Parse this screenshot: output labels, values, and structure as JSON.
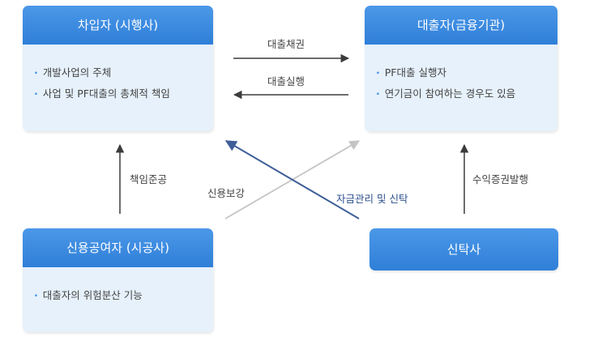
{
  "boxes": {
    "borrower": {
      "title": "차입자 (시행사)",
      "items": [
        "개발사업의 주체",
        "사업 및 PF대출의 총체적 책임"
      ]
    },
    "lender": {
      "title": "대출자(금융기관)",
      "items": [
        "PF대출 실행자",
        "연기금이 참여하는 경우도 있음"
      ]
    },
    "guarantor": {
      "title": "신용공여자 (시공사)",
      "items": [
        "대출자의 위험분산 기능"
      ]
    },
    "trust": {
      "title": "신탁사"
    }
  },
  "edges": {
    "loan_bond": "대출채권",
    "loan_exec": "대출실행",
    "responsibility": "책임준공",
    "credit_guarantee": "신용보강",
    "fund_management": "자금관리 및 신탁",
    "beneficiary_cert": "수익증권발행"
  },
  "colors": {
    "header_blue": "#3a8ee6",
    "body_bg": "#e6f1fb",
    "dark_arrow": "#3b3b3b",
    "navy_arrow": "#3f5f99",
    "light_arrow": "#c4c4c4"
  }
}
